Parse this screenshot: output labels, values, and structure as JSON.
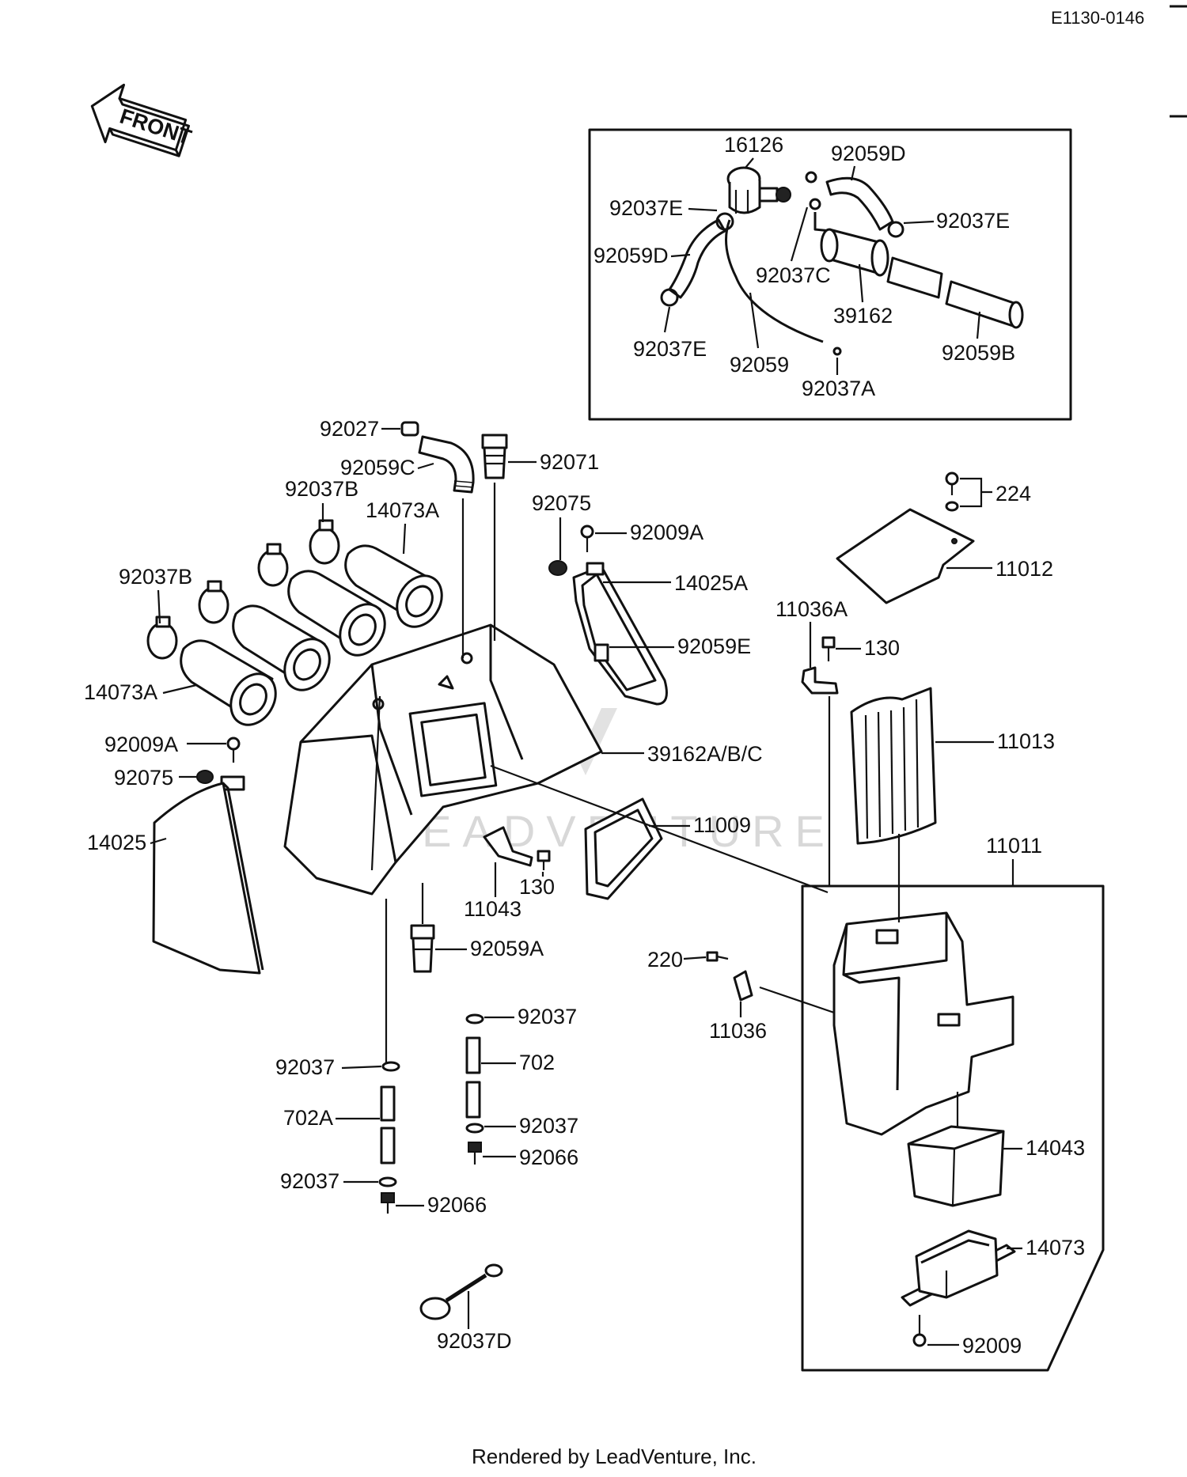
{
  "diagram_code": "E1130-0146",
  "front_label": "FRONT",
  "watermark": "LEADVENTURE",
  "footer": "Rendered by LeadVenture, Inc.",
  "labels": {
    "p16126": "16126",
    "p92059D_top": "92059D",
    "p92037E_1": "92037E",
    "p92037E_2": "92037E",
    "p92059D_left": "92059D",
    "p92037C": "92037C",
    "p39162": "39162",
    "p92037E_3": "92037E",
    "p92059": "92059",
    "p92059B": "92059B",
    "p92037A": "92037A",
    "p92027": "92027",
    "p92059C": "92059C",
    "p92071": "92071",
    "p92037B_1": "92037B",
    "p14073A_1": "14073A",
    "p92075_1": "92075",
    "p92009A_1": "92009A",
    "p224": "224",
    "p14025A": "14025A",
    "p11012": "11012",
    "p92037B_2": "92037B",
    "p11036A": "11036A",
    "p130_1": "130",
    "p92059E": "92059E",
    "p14073A_2": "14073A",
    "p11013": "11013",
    "p39162ABC": "39162A/B/C",
    "p92009A_2": "92009A",
    "p92075_2": "92075",
    "p11009": "11009",
    "p11011": "11011",
    "p14025": "14025",
    "p130_2": "130",
    "p11043": "11043",
    "p92059A": "92059A",
    "p220": "220",
    "p11036": "11036",
    "p92037_1": "92037",
    "p702": "702",
    "p92037_2": "92037",
    "p702A": "702A",
    "p92037_3": "92037",
    "p92066_1": "92066",
    "p92037_4": "92037",
    "p92066_2": "92066",
    "p14043": "14043",
    "p14073": "14073",
    "p92009": "92009",
    "p92037D": "92037D"
  }
}
